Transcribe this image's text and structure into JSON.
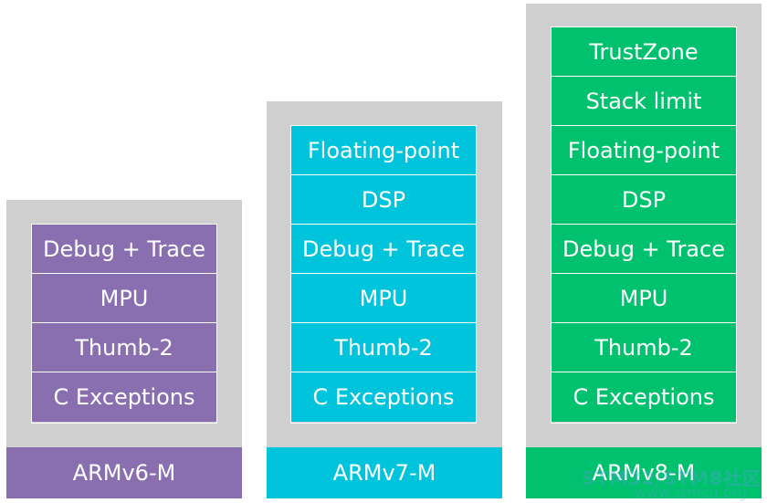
{
  "columns": [
    {
      "label": "ARMv6-M",
      "color": "#8a6fb0",
      "blocks": [
        "Debug + Trace",
        "MPU",
        "Thumb-2",
        "C Exceptions"
      ]
    },
    {
      "label": "ARMv7-M",
      "color": "#00c3dc",
      "blocks": [
        "Floating-point",
        "DSP",
        "Debug + Trace",
        "MPU",
        "Thumb-2",
        "C Exceptions"
      ]
    },
    {
      "label": "ARMv8-M",
      "color": "#00c16e",
      "blocks": [
        "TrustZone",
        "Stack limit",
        "Floating-point",
        "DSP",
        "Debug + Trace",
        "MPU",
        "Thumb-2",
        "C Exceptions"
      ]
    }
  ],
  "watermark": {
    "main": "STM32/STM8社区",
    "sub": "www.stmcu.org"
  }
}
